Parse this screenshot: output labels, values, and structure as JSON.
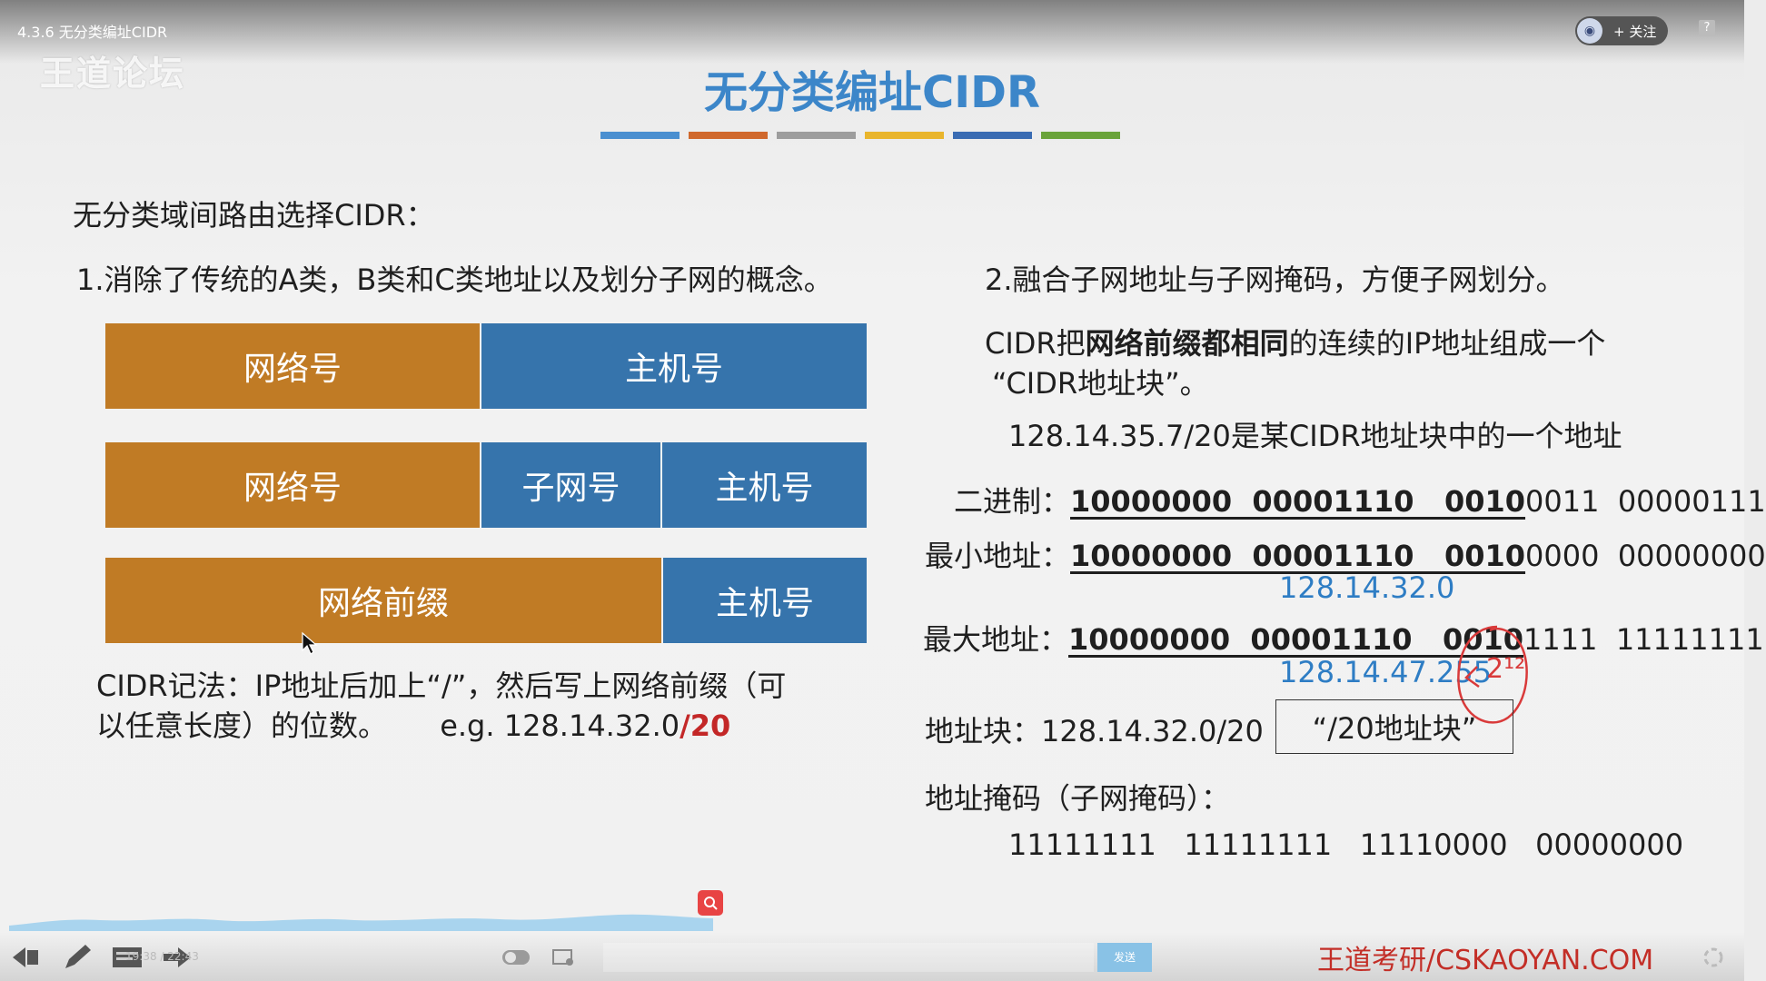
{
  "video_title": "4.3.6 无分类编址CIDR",
  "watermark": "王道论坛",
  "follow_label": "+ 关注",
  "help_label": "?",
  "slide": {
    "title": "无分类编址CIDR",
    "title_bar_colors": [
      "#4a8fd0",
      "#d0682c",
      "#9d9d9d",
      "#e9b52c",
      "#3a6cb3",
      "#6aa33a"
    ],
    "intro": "无分类域间路由选择CIDR：",
    "point1": "1.消除了传统的A类，B类和C类地址以及划分子网的概念。",
    "point2": "2.融合子网地址与子网掩码，方便子网划分。",
    "row1": {
      "network": "网络号",
      "host": "主机号"
    },
    "row2": {
      "network": "网络号",
      "subnet": "子网号",
      "host": "主机号"
    },
    "row3": {
      "prefix": "网络前缀",
      "host": "主机号"
    },
    "notation_line1": "CIDR记法：IP地址后加上“/”，然后写上网络前缀（可",
    "notation_line2": "以任意长度）的位数。",
    "notation_example_prefix": "e.g. 128.14.32.0",
    "notation_example_suffix": "/20",
    "cidr_desc_a": "CIDR把",
    "cidr_desc_b": "网络前缀都相同",
    "cidr_desc_c": "的连续的IP地址组成一个",
    "cidr_desc_line2": "“CIDR地址块”。",
    "example_line": "128.14.35.7/20是某CIDR地址块中的一个地址",
    "binary_label": "二进制：",
    "binary_prefix": "10000000  00001110   0010",
    "binary_rest": "0011  00000111",
    "min_label": "最小地址：",
    "min_prefix": "10000000  00001110   0010",
    "min_rest": "0000  00000000",
    "min_value": "128.14.32.0",
    "max_label": "最大地址：",
    "max_prefix": "10000000  00001110   0010",
    "max_rest": "1111  11111111",
    "max_value": "128.14.47.255",
    "block_label": "地址块：128.14.32.0/20",
    "block_name": "“/20地址块”",
    "mask_label": "地址掩码（子网掩码）：",
    "mask_value": "11111111   11111111   11110000   00000000",
    "annotation": "2¹²"
  },
  "player": {
    "timecode": "19:38 / 22:43",
    "send_label": "发送",
    "brand": "王道考研/CSKAOYAN.COM"
  }
}
